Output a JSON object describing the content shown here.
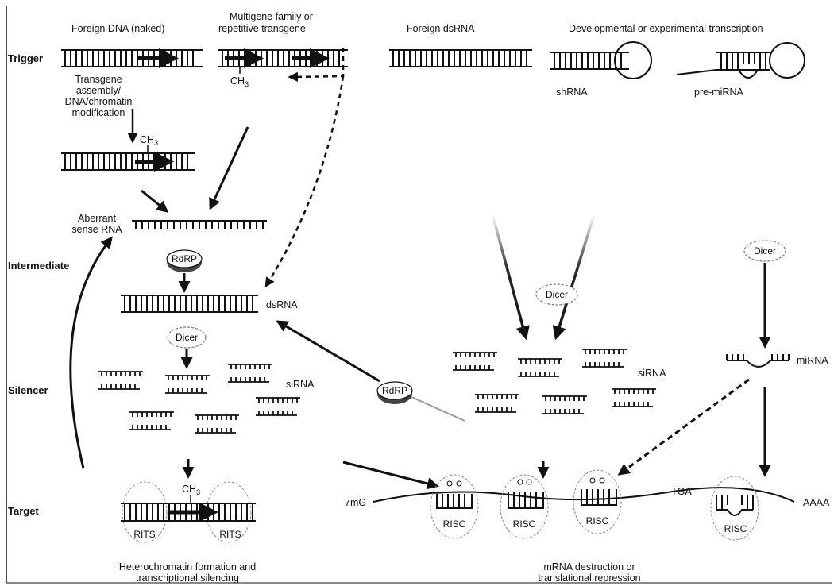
{
  "rows": {
    "trigger": "Trigger",
    "intermediate": "Intermediate",
    "silencer": "Silencer",
    "target": "Target"
  },
  "headers": {
    "foreign_dna": "Foreign DNA (naked)",
    "multigene_1": "Multigene family or",
    "multigene_2": "repetitive transgene",
    "foreign_dsrna": "Foreign dsRNA",
    "developmental": "Developmental or experimental transcription"
  },
  "labels": {
    "ch3": "CH",
    "ch3_sub": "3",
    "transgene_1": "Transgene",
    "transgene_2": "assembly/",
    "transgene_3": "DNA/chromatin",
    "transgene_4": "modification",
    "shrna": "shRNA",
    "pre_mirna": "pre-miRNA",
    "aberrant_1": "Aberrant",
    "aberrant_2": "sense RNA",
    "dsrna": "dsRNA",
    "sirna": "siRNA",
    "mirna": "miRNA",
    "seven_mg": "7mG",
    "tga": "TGA",
    "aaaa": "AAAA",
    "bottom_left_1": "Heterochromatin formation and",
    "bottom_left_2": "transcriptional silencing",
    "bottom_right_1": "mRNA destruction or",
    "bottom_right_2": "translational repression"
  },
  "enzymes": {
    "rdrp": "RdRP",
    "dicer": "Dicer",
    "risc": "RISC",
    "rits": "RITS"
  }
}
